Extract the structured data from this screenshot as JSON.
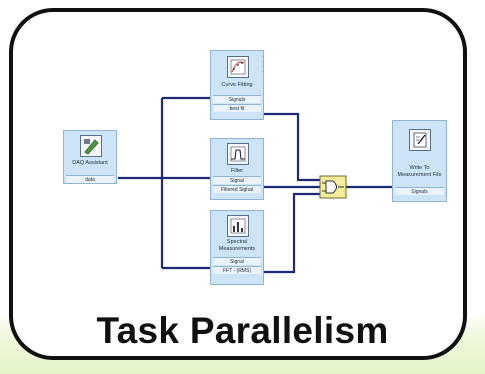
{
  "title": "Task Parallelism",
  "blocks": {
    "daq": {
      "name": "DAQ Assistant",
      "port": "data"
    },
    "curve": {
      "name": "Curve Fitting",
      "ports": [
        "Signals",
        "best fit"
      ]
    },
    "filter": {
      "name": "Filter",
      "ports": [
        "Signal",
        "Filtered Signal"
      ]
    },
    "spectral": {
      "name_line1": "Spectral",
      "name_line2": "Measurements",
      "ports": [
        "Signal",
        "FFT - (RMS)"
      ]
    },
    "write": {
      "name_line1": "Write To",
      "name_line2": "Measurement File",
      "port": "Signals"
    }
  },
  "icons": {
    "daq": "daq-assistant-icon",
    "curve": "curve-fitting-icon",
    "filter": "filter-icon",
    "spectral": "spectral-measurements-icon",
    "write": "write-to-file-icon",
    "merge": "merge-signals-icon"
  },
  "colors": {
    "wire": "#1e2a78",
    "block": "#cde4f6",
    "merge": "#f3ec9a"
  }
}
